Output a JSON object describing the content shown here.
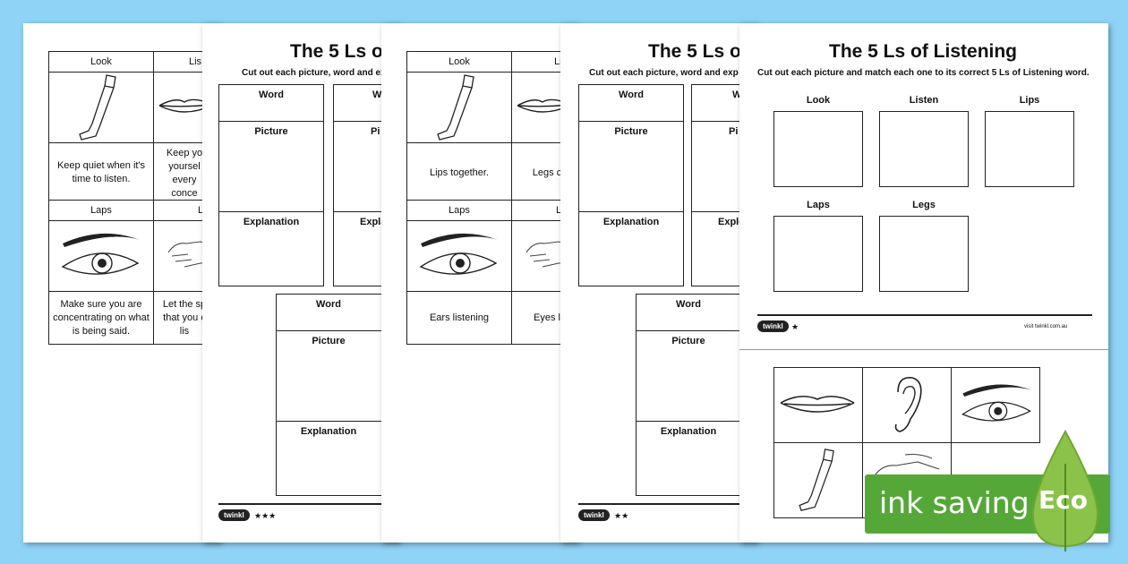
{
  "title": "The 5 Ls of Listening",
  "title_cut": "The 5 Ls o",
  "subtitle_full": "Cut out each picture and match each one to its correct 5 Ls of Listening word.",
  "subtitle_cut": "Cut out each picture, word and exp",
  "labels": {
    "look": "Look",
    "listen": "Listen",
    "lips": "Lips",
    "laps": "Laps",
    "legs": "Legs",
    "listen_cut": "Li",
    "legs_cut": "L",
    "lips_cut": "Lis"
  },
  "sheet1": {
    "row2": [
      "Keep quiet when it's time to listen.",
      "Keep yo yoursel every conce"
    ],
    "row4": [
      "Make sure you are concentrating on what is being said.",
      "Let the sp that you c lis"
    ]
  },
  "sheet3": {
    "row2": [
      "Lips together.",
      "Legs c"
    ],
    "row4": [
      "Ears listening",
      "Eyes l"
    ]
  },
  "template": {
    "word": "Word",
    "picture": "Picture",
    "explanation": "Explanation",
    "word_cut": "W",
    "picture_cut": "Pi",
    "explanation_cut": "Expla",
    "explanation_cut2": "Exple"
  },
  "footer": {
    "logo": "twinkl",
    "stars3": "★★★",
    "stars2": "★★",
    "stars1": "★",
    "url": "visit twinkl.com.au"
  },
  "badge": {
    "text": "ink saving",
    "eco": "Eco",
    "green": "#55a838",
    "drop": "#8bc34a"
  }
}
